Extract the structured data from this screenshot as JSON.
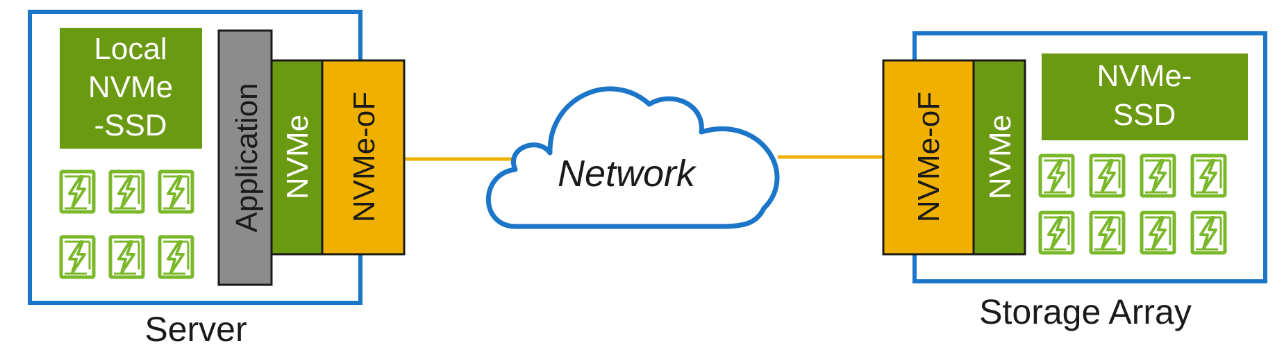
{
  "server": {
    "label": "Server",
    "local_ssd_label": [
      "Local",
      "NVMe",
      "-SSD"
    ],
    "drive_count": 6,
    "stack": {
      "application": "Application",
      "nvme": "NVMe",
      "nvme_of": "NVMe-oF"
    }
  },
  "network": {
    "label": "Network"
  },
  "storage_array": {
    "label": "Storage Array",
    "ssd_label": [
      "NVMe-",
      "SSD"
    ],
    "drive_count": 8,
    "stack": {
      "nvme_of": "NVMe-oF",
      "nvme": "NVMe"
    }
  },
  "colors": {
    "frame_blue": "#1b75c8",
    "nvme_green": "#6a9a12",
    "drive_green": "#7ab82a",
    "nvmeof_orange": "#f0b000",
    "application_gray": "#8c8c8c",
    "link_orange": "#f0b000"
  },
  "icons": {
    "drive": "ssd-lightning-icon",
    "network": "cloud-icon"
  }
}
